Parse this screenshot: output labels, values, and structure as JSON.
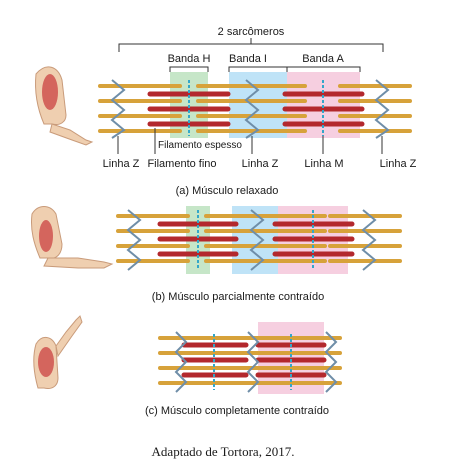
{
  "labels": {
    "sarcomeres": "2 sarcômeros",
    "band_h": "Banda H",
    "band_i": "Banda I",
    "band_a": "Banda A",
    "thick_filament": "Filamento espesso",
    "z_line_left": "Linha Z",
    "thin_filament": "Filamento fino",
    "z_line_mid": "Linha Z",
    "m_line": "Linha M",
    "z_line_right": "Linha Z"
  },
  "panels": [
    {
      "caption": "(a) Músculo relaxado"
    },
    {
      "caption": "(b) Músculo parcialmente contraído"
    },
    {
      "caption": "(c) Músculo completamente contraído"
    }
  ],
  "credit": "Adaptado de Tortora, 2017.",
  "colors": {
    "band_h": "#c6e6c8",
    "band_i": "#bfe3f7",
    "band_a": "#f6cfe0",
    "thick": "#b3282d",
    "thin": "#d7a23a",
    "z_line": "#6f8ea8",
    "m_line": "#33a7c9"
  }
}
